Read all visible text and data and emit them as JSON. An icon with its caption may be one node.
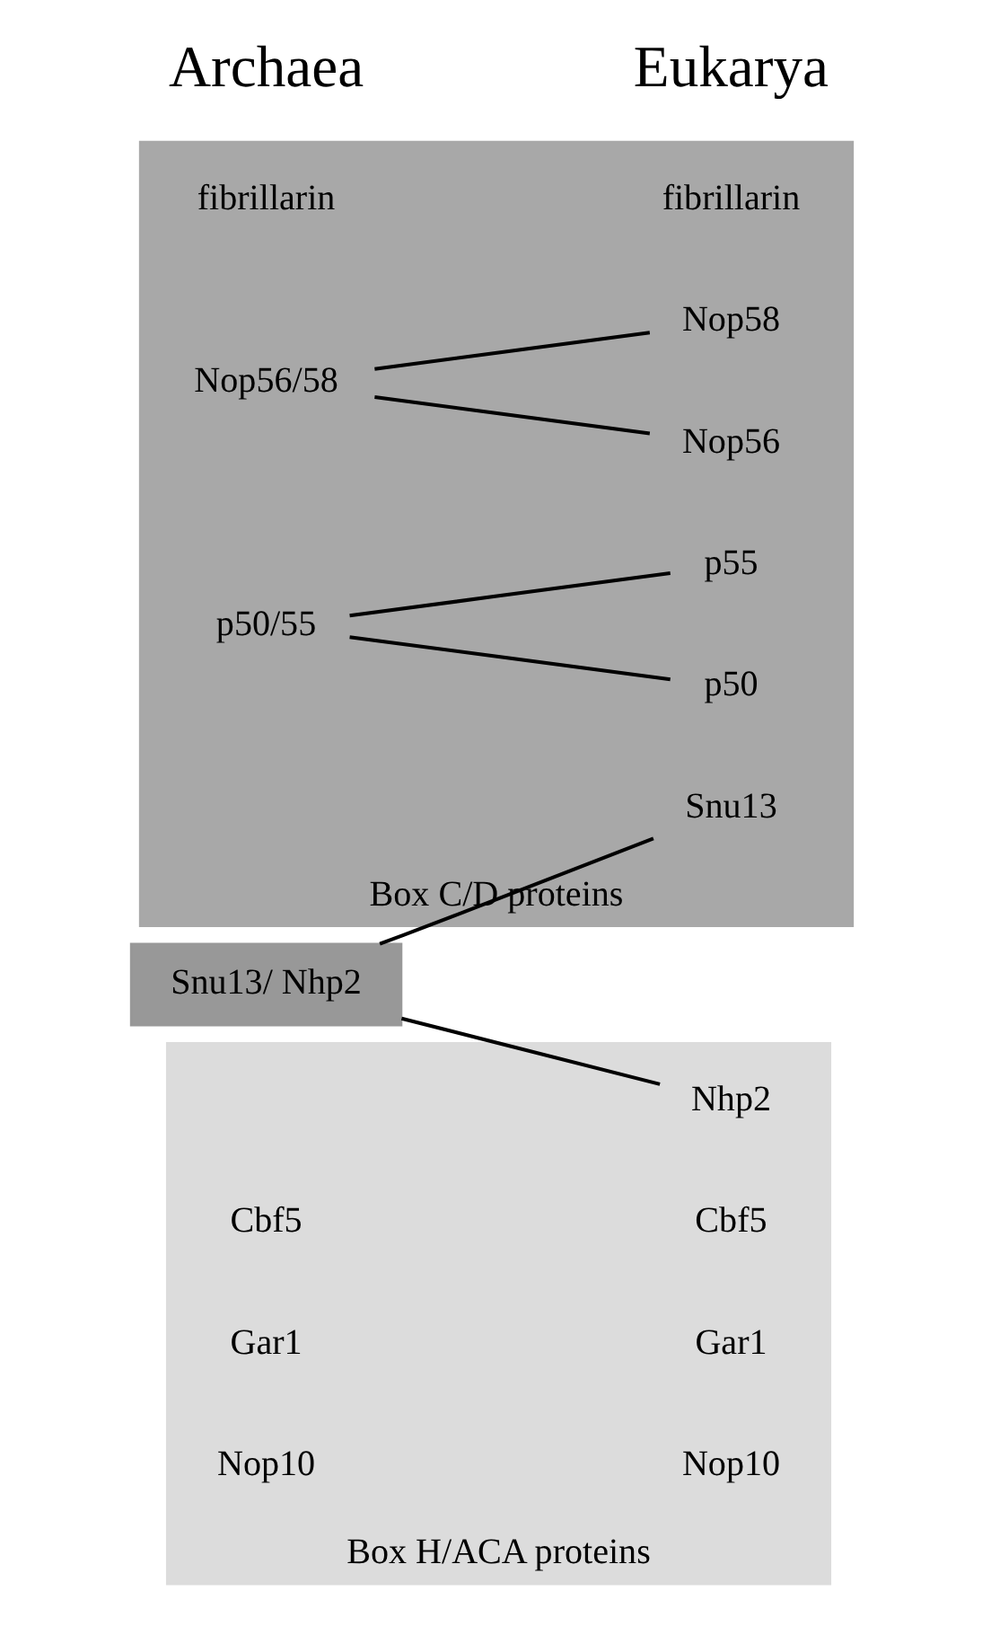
{
  "diagram": {
    "nodes": [
      {
        "text": [
          "Box C/D proteins"
        ]
      },
      {
        "text": [
          "fibrillarin"
        ],
        "in": 0
      },
      {
        "text": [
          "fibrillarin"
        ],
        "in": 0
      },
      {
        "text": [
          "Nop56"
        ],
        "in": 0
      },
      {
        "text": [
          "Nop56/58"
        ],
        "in": 0
      },
      {
        "text": [
          "Nop58"
        ],
        "in": 0
      },
      {
        "text": [
          "p50"
        ],
        "in": 0
      },
      {
        "text": [
          "p50/55"
        ],
        "in": 0
      },
      {
        "text": [
          "p55"
        ],
        "in": 0
      },
      {
        "text": [
          "Snu13"
        ],
        "in": 0
      },
      {
        "text": [
          "Snu13/ Nhp2"
        ]
      },
      {
        "text": [
          "Box H/ACA proteins"
        ]
      },
      {
        "text": [
          "Nhp2"
        ],
        "in": 11
      },
      {
        "text": [
          "Cbf5"
        ],
        "in": 11
      },
      {
        "text": [
          "Cbf5"
        ],
        "in": 11
      },
      {
        "text": [
          "Gar1"
        ],
        "in": 11
      },
      {
        "text": [
          "Gar1"
        ],
        "in": 11
      },
      {
        "text": [
          "Nop10"
        ],
        "in": 11
      },
      {
        "text": [
          "Nop10"
        ],
        "in": 11
      }
    ],
    "edges": [
      {
        "from": 4,
        "to": 3,
        "arrow": "none"
      },
      {
        "from": 4,
        "to": 5,
        "arrow": "none"
      },
      {
        "from": 7,
        "to": 6,
        "arrow": "none"
      },
      {
        "from": 7,
        "to": 8,
        "arrow": "none"
      },
      {
        "from": 10,
        "to": 9,
        "arrow": "none"
      },
      {
        "from": 10,
        "to": 12,
        "arrow": "none"
      }
    ],
    "labels": [
      "Archaea",
      "Eukarya"
    ]
  }
}
